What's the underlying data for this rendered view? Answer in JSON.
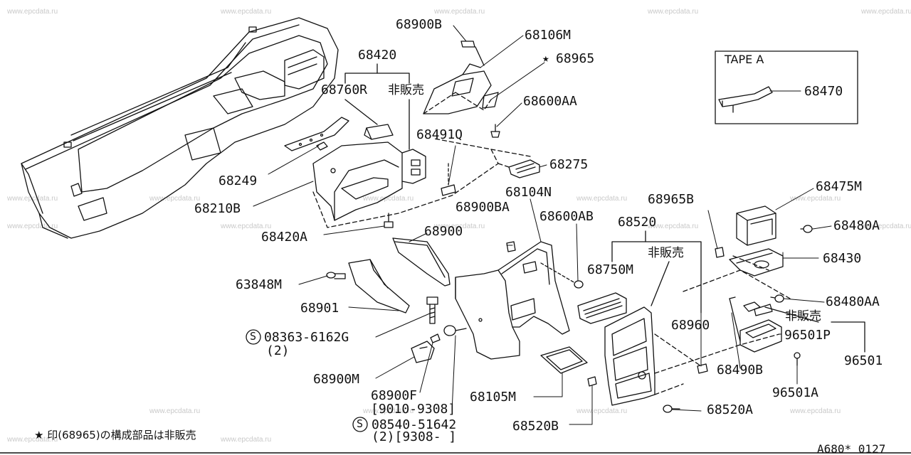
{
  "watermark": "www.epcdata.ru",
  "labels": {
    "p68900B": "68900B",
    "p68106M": "68106M",
    "p68420": "68420",
    "p68965": "68965",
    "p68760R": "68760R",
    "hihanbai1": "非販売",
    "p68600AA": "68600AA",
    "p68491Q": "68491Q",
    "p68249": "68249",
    "p68275": "68275",
    "p68210B": "68210B",
    "p68104N": "68104N",
    "p68965B": "68965B",
    "p68475M": "68475M",
    "p68900BA": "68900BA",
    "p68600AB": "68600AB",
    "p68520": "68520",
    "p68480A": "68480A",
    "p68420A": "68420A",
    "p68900": "68900",
    "hihanbai2": "非販売",
    "p68430": "68430",
    "p68750M": "68750M",
    "p63848M": "63848M",
    "p68480AA": "68480AA",
    "p68901": "68901",
    "hihanbai3": "非販売",
    "p68960": "68960",
    "p96501P": "96501P",
    "s08363": "08363-6162G",
    "s08363qty": "(2)",
    "p96501": "96501",
    "p68490B": "68490B",
    "p68900M": "68900M",
    "p96501A": "96501A",
    "p68900F": "68900F",
    "p68105M": "68105M",
    "r9010": "[9010-9308]",
    "p68520A": "68520A",
    "s08540": "08540-51642",
    "s08540qty": "(2)[9308-    ]",
    "p68520B": "68520B",
    "tapeA": "TAPE A",
    "p68470": "68470",
    "footnote": "★ 印(68965)の構成部品は非販売",
    "diagramCode": "A680* 0127",
    "star": "★",
    "s1": "S",
    "s2": "S"
  }
}
